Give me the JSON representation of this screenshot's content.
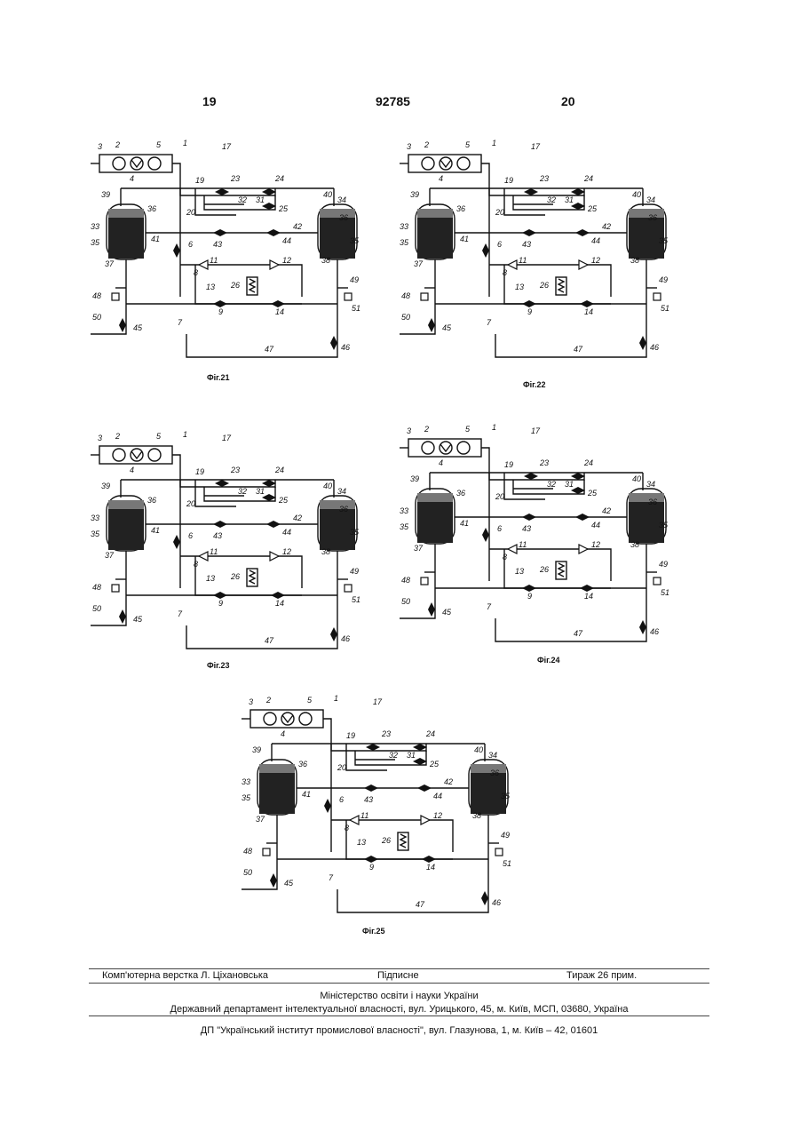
{
  "header": {
    "page_left": "19",
    "patent_number": "92785",
    "page_right": "20"
  },
  "figures": [
    {
      "id": "fig21",
      "caption": "Фіг.21"
    },
    {
      "id": "fig22",
      "caption": "Фіг.22"
    },
    {
      "id": "fig23",
      "caption": "Фіг.23"
    },
    {
      "id": "fig24",
      "caption": "Фіг.24"
    },
    {
      "id": "fig25",
      "caption": "Фіг.25"
    }
  ],
  "labels": {
    "n1": "1",
    "n2": "2",
    "n3": "3",
    "n4": "4",
    "n5": "5",
    "n6": "6",
    "n7": "7",
    "n8": "8",
    "n9": "9",
    "n11": "11",
    "n12": "12",
    "n13": "13",
    "n14": "14",
    "n17": "17",
    "n19": "19",
    "n20": "20",
    "n23": "23",
    "n24": "24",
    "n25": "25",
    "n26": "26",
    "n31": "31",
    "n32": "32",
    "n33": "33",
    "n34": "34",
    "n35": "35",
    "n36": "36",
    "n37": "37",
    "n38": "38",
    "n39": "39",
    "n40": "40",
    "n41": "41",
    "n42": "42",
    "n43": "43",
    "n44": "44",
    "n45": "45",
    "n46": "46",
    "n47": "47",
    "n48": "48",
    "n49": "49",
    "n50": "50",
    "n51": "51"
  },
  "footer": {
    "layout": "Комп'ютерна верстка Л. Ціхановська",
    "signed": "Підписне",
    "circulation": "Тираж 26 прим.",
    "ministry": "Міністерство освіти і науки України",
    "department": "Державний департамент інтелектуальної власності, вул. Урицького, 45, м. Київ, МСП, 03680, Україна",
    "institute": "ДП \"Український інститут промислової власності\", вул. Глазунова, 1, м. Київ – 42, 01601"
  }
}
